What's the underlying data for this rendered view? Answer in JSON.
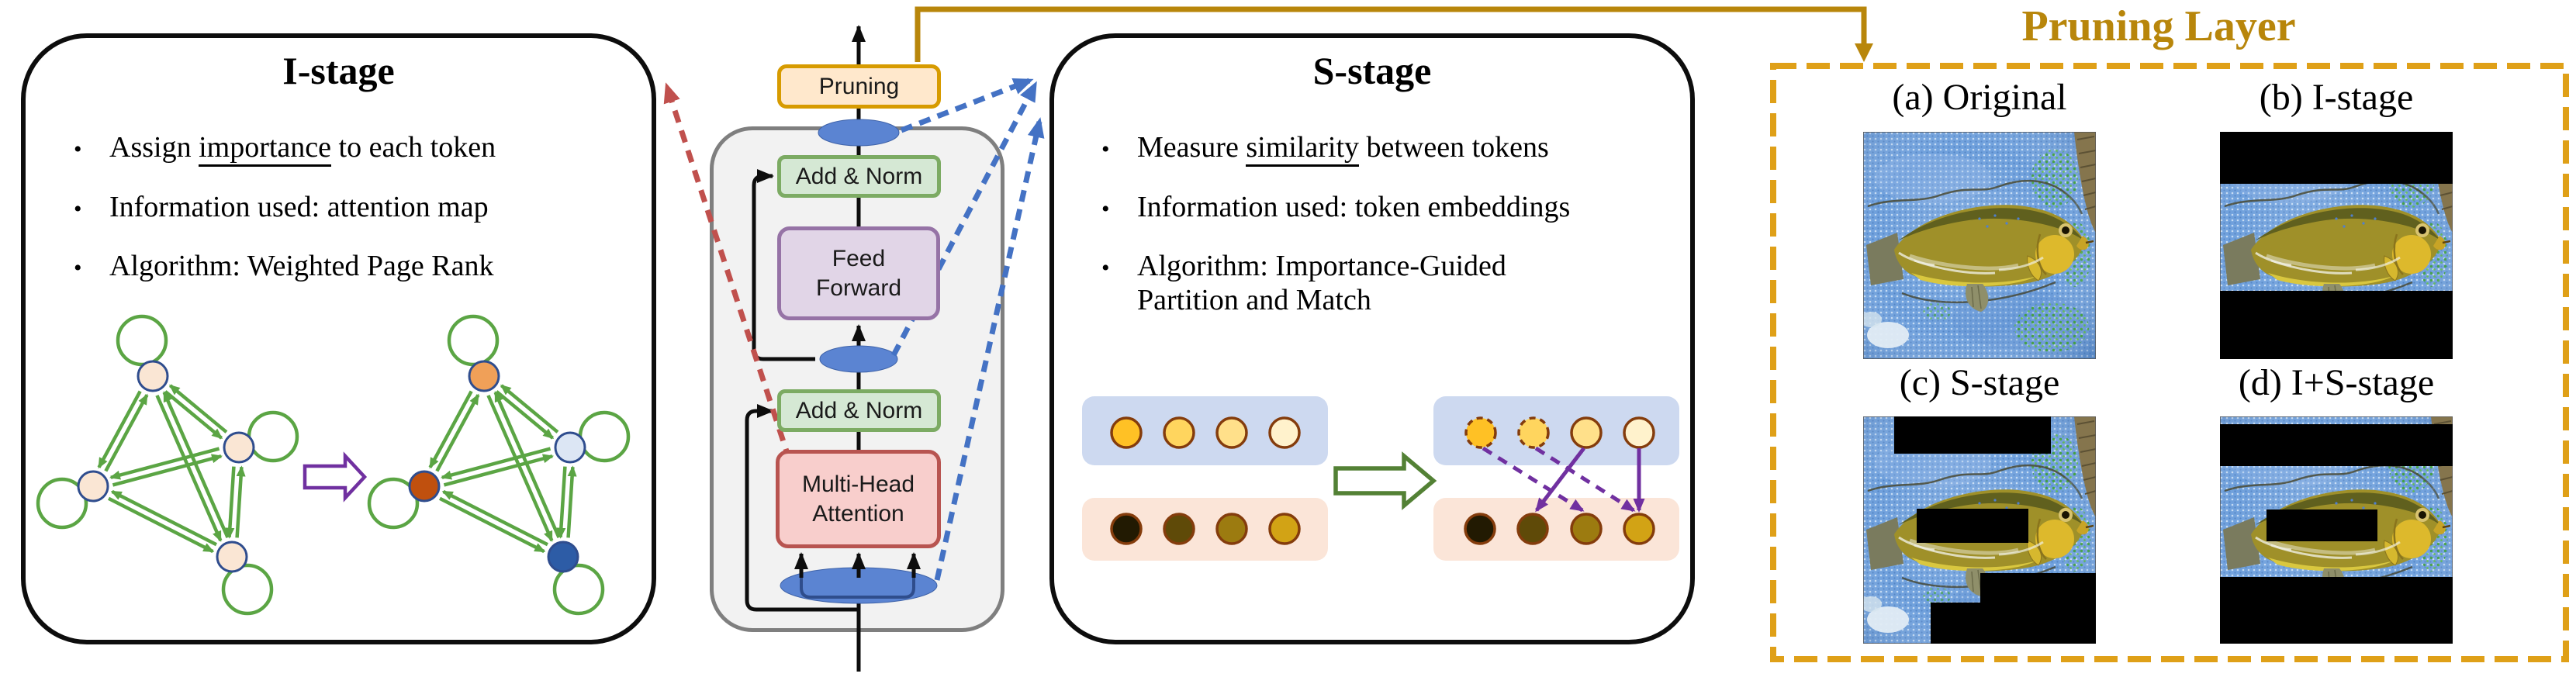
{
  "i_stage": {
    "title": "I-stage",
    "bullet": "•",
    "b1_pre": "Assign ",
    "b1_u": "importance",
    "b1_post": " to each token",
    "b2": "Information used: attention map",
    "b3": "Algorithm: Weighted Page Rank"
  },
  "s_stage": {
    "title": "S-stage",
    "bullet": "•",
    "b1_pre": "Measure ",
    "b1_u": "similarity",
    "b1_post": " between tokens",
    "b2": "Information used: token embeddings",
    "b3_line1": "Algorithm: Importance-Guided",
    "b3_line2": "Partition and Match"
  },
  "transformer": {
    "pruning": "Pruning",
    "add_norm_top": "Add & Norm",
    "ff_line1": "Feed",
    "ff_line2": "Forward",
    "add_norm_bottom": "Add & Norm",
    "mha_line1": "Multi-Head",
    "mha_line2": "Attention"
  },
  "pruning_layer": {
    "title": "Pruning Layer",
    "label_a": "(a) Original",
    "label_b": "(b) I-stage",
    "label_c": "(c) S-stage",
    "label_d": "(d) I+S-stage"
  },
  "colors": {
    "gold_line": "#B8860B",
    "gold_dash_border": "#DFA018",
    "gold_title": "#B8860B",
    "red_dashed_arrow": "#C0504D",
    "blue_dashed_arrow": "#4472C4",
    "pruning_fill": "#FFE8CC",
    "pruning_border": "#D79B00",
    "add_norm_fill": "#D5E8D4",
    "add_norm_border": "#7CAB63",
    "ff_fill": "#E1D5E7",
    "ff_border": "#9673A6",
    "mha_fill": "#F8CECC",
    "mha_border": "#B85450",
    "block_fill": "#F2F2F2",
    "block_border": "#7F7F7F",
    "token_ellipse_fill": "#5B84D2",
    "token_ellipse_stroke": "#3E62A8",
    "graph_edge": "#5BA544",
    "graph_node_stroke": "#2F4D8E",
    "graph_before": [
      "#FAE6D4",
      "#FAE6D4",
      "#FAE6D4",
      "#FAE6D4"
    ],
    "graph_after": [
      "#F0A058",
      "#DCE6F4",
      "#C0500E",
      "#2D5CA6"
    ],
    "tokens_top": [
      "#FFC125",
      "#FFD55E",
      "#FFE08A",
      "#FFF2CC"
    ],
    "tokens_bottom": [
      "#221A02",
      "#5F4A08",
      "#9C7B10",
      "#D2A315"
    ],
    "token_stroke": "#843C0C",
    "match_arrow": "#7030A0",
    "group_blue_fill": "#CDD9F0",
    "group_peach_fill": "#FBE5D8",
    "s_arrow_border": "#538135",
    "i_arrow_border": "#7030A0"
  }
}
